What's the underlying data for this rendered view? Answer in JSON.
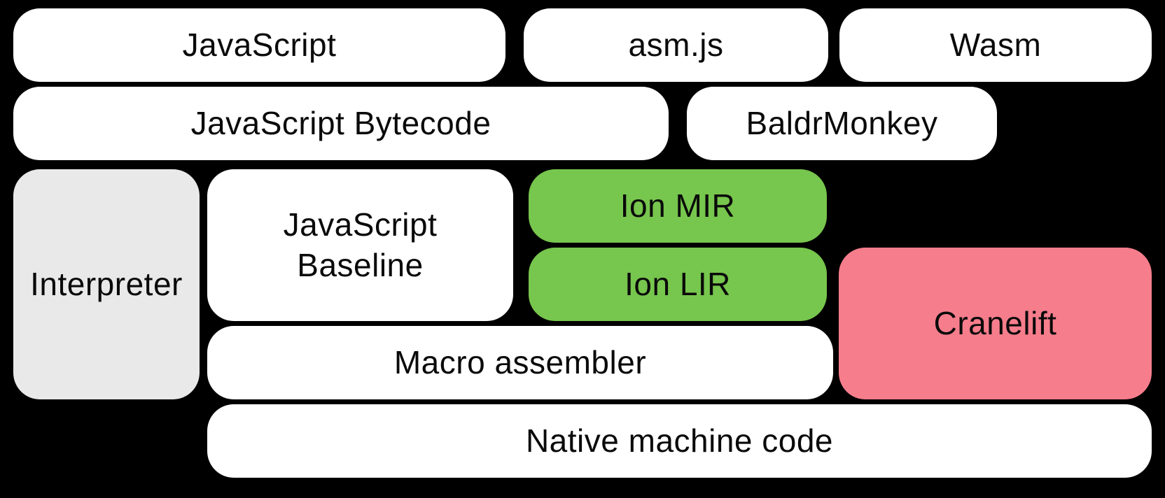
{
  "diagram": {
    "background": "#000000",
    "text_color": "#0a0a0a",
    "colors": {
      "white_box": "#ffffff",
      "gray_box": "#e9e9e9",
      "green_box": "#77c64d",
      "pink_box": "#f67d8c"
    },
    "boxes": [
      {
        "key": "javascript",
        "label": "JavaScript",
        "variant": "white"
      },
      {
        "key": "asmjs",
        "label": "asm.js",
        "variant": "white"
      },
      {
        "key": "wasm",
        "label": "Wasm",
        "variant": "white"
      },
      {
        "key": "javascript-bytecode",
        "label": "JavaScript Bytecode",
        "variant": "white"
      },
      {
        "key": "baldrmonkey",
        "label": "BaldrMonkey",
        "variant": "white"
      },
      {
        "key": "interpreter",
        "label": "Interpreter",
        "variant": "gray"
      },
      {
        "key": "javascript-baseline",
        "label": "JavaScript Baseline",
        "variant": "white"
      },
      {
        "key": "ion-mir",
        "label": "Ion MIR",
        "variant": "green"
      },
      {
        "key": "ion-lir",
        "label": "Ion LIR",
        "variant": "green"
      },
      {
        "key": "cranelift",
        "label": "Cranelift",
        "variant": "pink"
      },
      {
        "key": "macro-assembler",
        "label": "Macro assembler",
        "variant": "white"
      },
      {
        "key": "native-machine-code",
        "label": "Native machine code",
        "variant": "white"
      }
    ]
  }
}
